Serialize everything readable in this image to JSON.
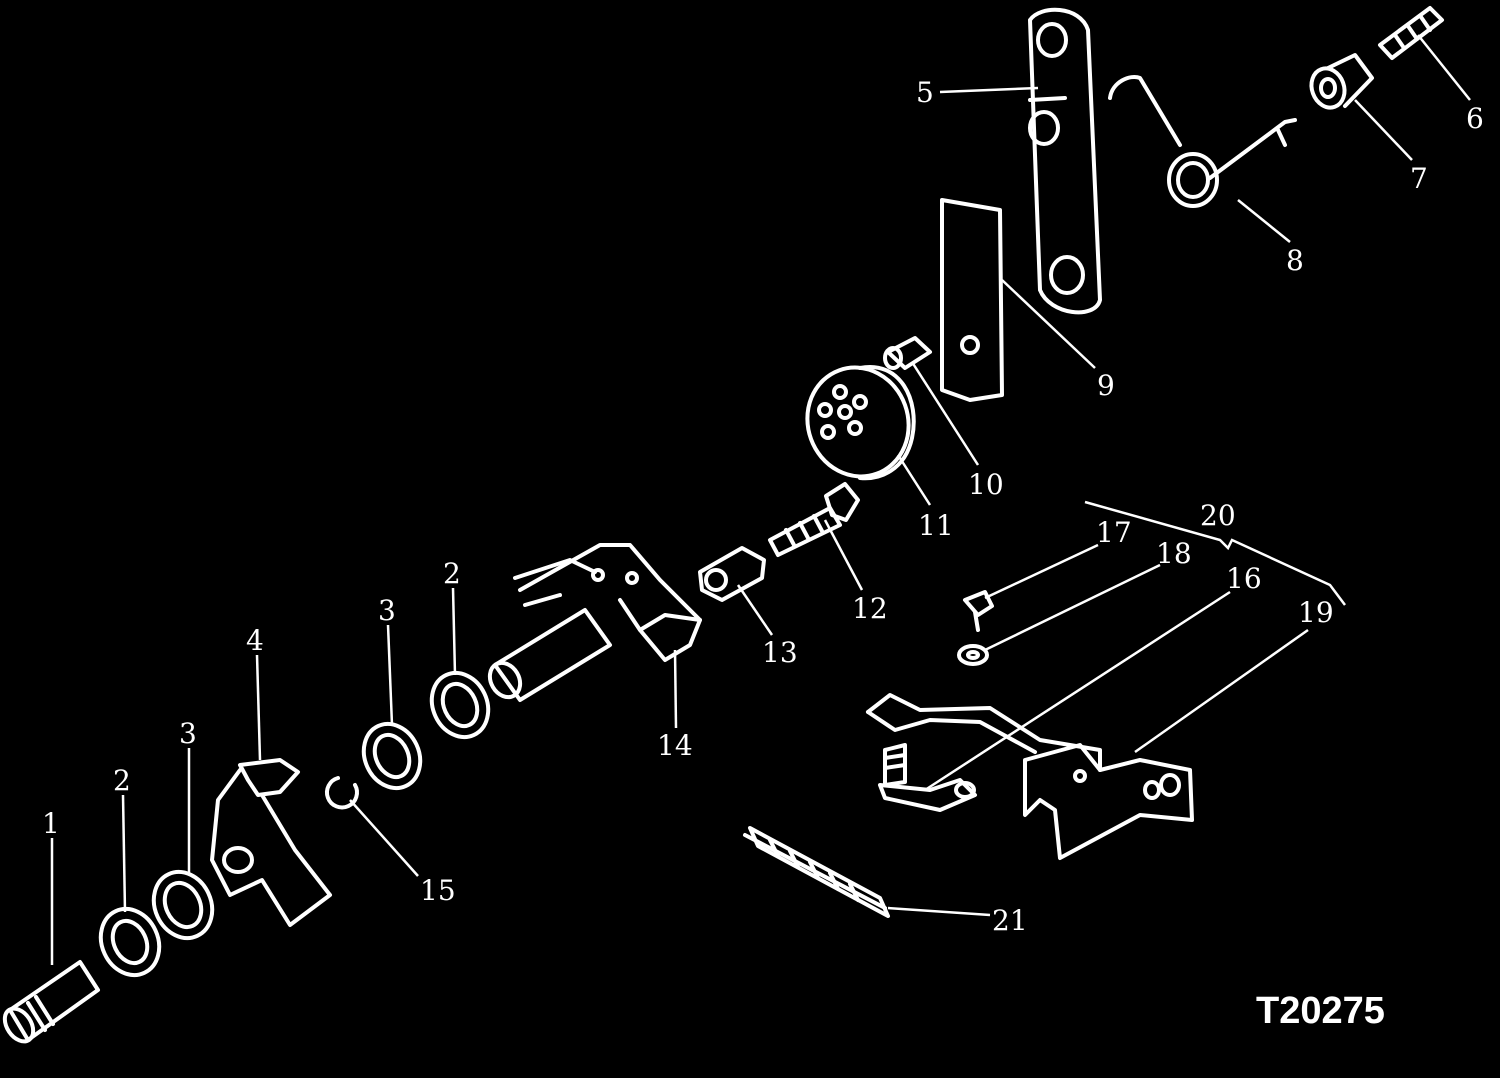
{
  "callouts": {
    "c1": "1",
    "c2a": "2",
    "c2b": "2",
    "c3a": "3",
    "c3b": "3",
    "c4": "4",
    "c5": "5",
    "c6": "6",
    "c7": "7",
    "c8": "8",
    "c9": "9",
    "c10": "10",
    "c11": "11",
    "c12": "12",
    "c13": "13",
    "c14": "14",
    "c15": "15",
    "c16": "16",
    "c17": "17",
    "c18": "18",
    "c19": "19",
    "c20": "20",
    "c21": "21"
  },
  "figure_id": "T20275",
  "colors": {
    "background": "#000000",
    "line": "#ffffff"
  }
}
